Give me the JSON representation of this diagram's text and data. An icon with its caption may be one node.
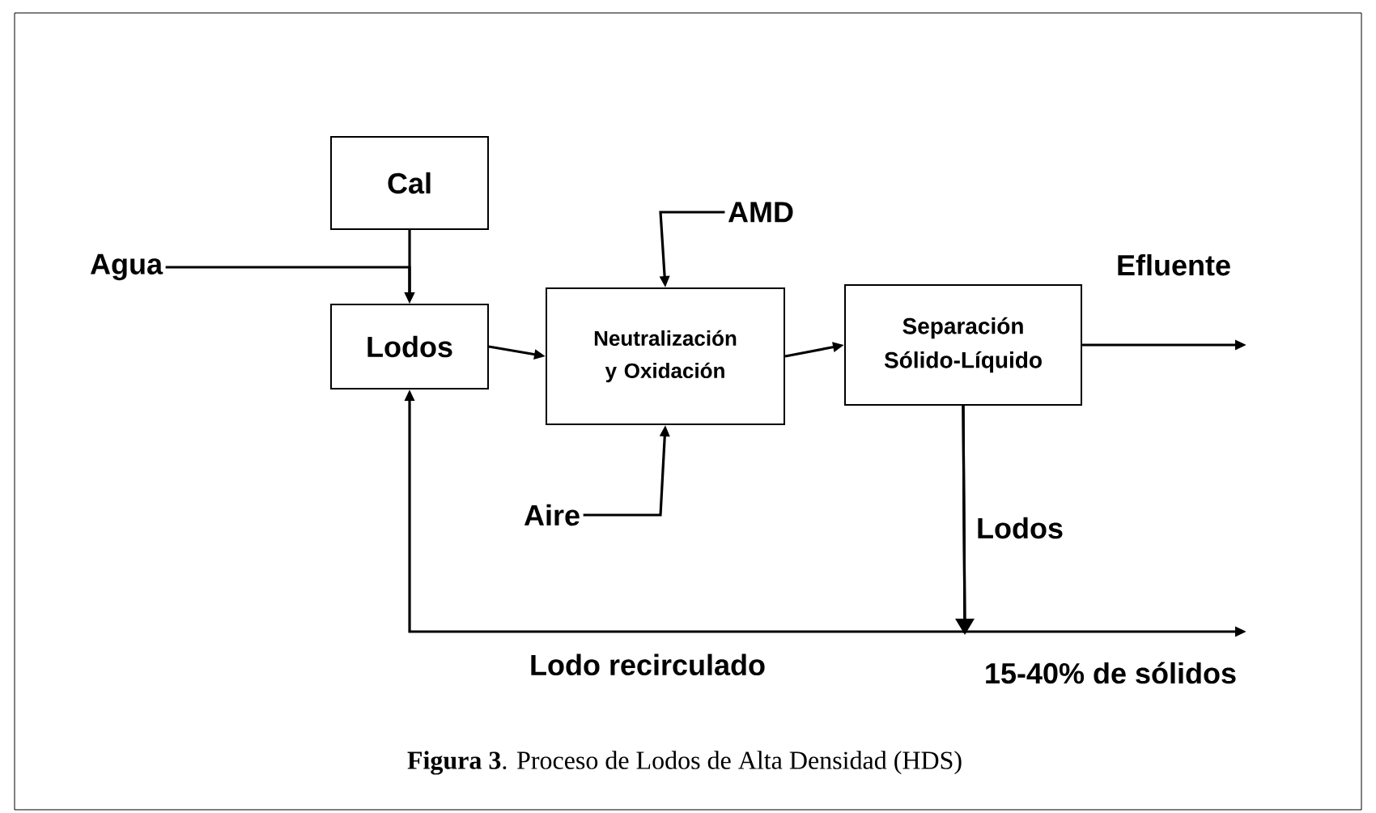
{
  "diagram": {
    "caption": "**Figura 3**. Proceso de Lodos de Alta Densidad (HDS)",
    "nodes": [
      {
        "text": [
          "Cal"
        ]
      },
      {
        "text": [
          "Lodos"
        ]
      },
      {
        "text": [
          "Neutralización y Oxidación"
        ]
      },
      {
        "text": [
          "Separación Sólido-Líquido"
        ]
      },
      {
        "text": [
          "Agua"
        ]
      },
      {
        "text": [
          "AMD"
        ]
      },
      {
        "text": [
          "Aire"
        ]
      }
    ],
    "edges": [
      {
        "from": 0,
        "to": 1,
        "arrow": "to"
      },
      {
        "from": 4,
        "to": 1,
        "arrow": "to"
      },
      {
        "from": 1,
        "to": 2,
        "arrow": "to"
      },
      {
        "from": 5,
        "to": 2,
        "arrow": "to"
      },
      {
        "from": 6,
        "to": 2,
        "arrow": "to"
      },
      {
        "from": 2,
        "to": 3,
        "arrow": "to"
      },
      {
        "from": 3,
        "to": null,
        "arrow": "to",
        "label": "Efluente"
      },
      {
        "from": 3,
        "to": 1,
        "arrow": "to",
        "label": "Lodo recirculado"
      },
      {
        "from": 3,
        "to": null,
        "arrow": "to",
        "label": "15-40% de sólidos"
      }
    ],
    "labels": [
      "Lodos"
    ]
  }
}
